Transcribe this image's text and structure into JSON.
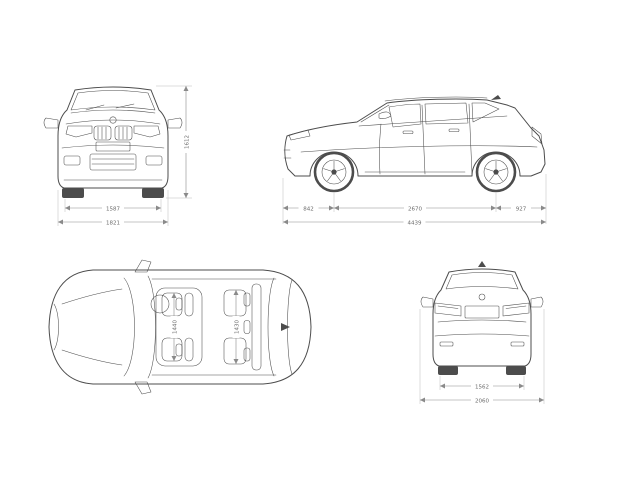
{
  "document": {
    "type": "vehicle-dimension-blueprint",
    "views": [
      "front",
      "side",
      "top",
      "rear"
    ]
  },
  "colors": {
    "background": "#ffffff",
    "car_line": "#4c4c4c",
    "dimension_line": "#8a8a8a",
    "dimension_text": "#6b6b6b"
  },
  "dims": {
    "front_height": "1612",
    "front_track": "1587",
    "front_width": "1821",
    "side_front_overhang": "842",
    "side_wheelbase": "2670",
    "side_rear_overhang": "927",
    "side_length": "4439",
    "top_front_interior": "1440",
    "top_rear_interior": "1430",
    "rear_track": "1562",
    "rear_width": "2060"
  }
}
